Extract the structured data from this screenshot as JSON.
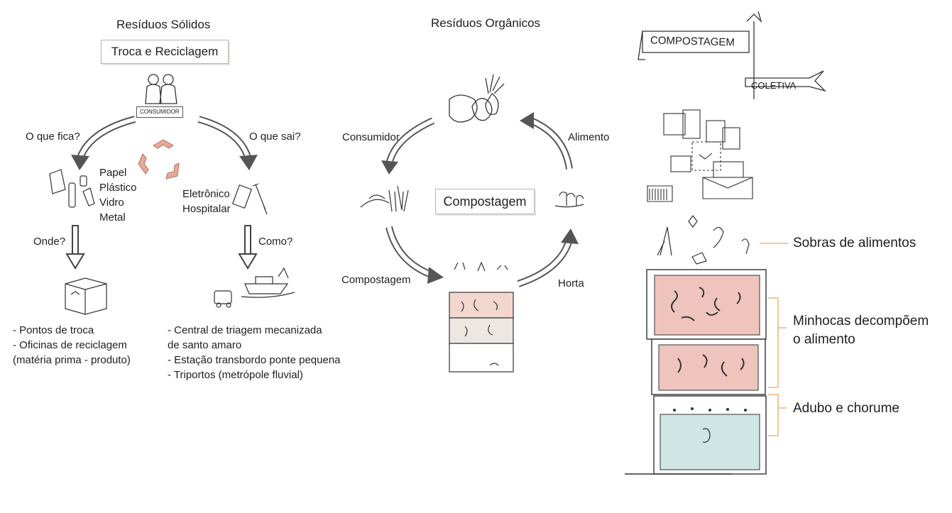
{
  "solid": {
    "heading": "Resíduos Sólidos",
    "box_title": "Troca e Reciclagem",
    "consumer_sign": "CONSUMIDOR",
    "left_question": "O que fica?",
    "right_question": "O que sai?",
    "recyclables": [
      "Papel",
      "Plástico",
      "Vidro",
      "Metal"
    ],
    "hazardous": [
      "Eletrônico",
      "Hospitalar"
    ],
    "where_question": "Onde?",
    "how_question": "Como?",
    "where_answers": [
      "- Pontos de troca",
      "- Oficinas de reciclagem",
      "(matéria prima - produto)"
    ],
    "how_answers": [
      "- Central de triagem mecanizada",
      "de santo amaro",
      "- Estação transbordo ponte pequena",
      "- Triportos (metrópole fluvial)"
    ]
  },
  "organic": {
    "heading": "Resíduos Orgânicos",
    "center": "Compostagem",
    "consumer": "Consumidor",
    "food": "Alimento",
    "compost": "Compostagem",
    "garden": "Horta"
  },
  "collective": {
    "sign_top": "COMPOSTAGEM",
    "sign_bottom": "COLETIVA",
    "leftovers": "Sobras de alimentos",
    "worms_line1": "Minhocas decompõem",
    "worms_line2": "o alimento",
    "fertilizer": "Adubo e chorume"
  },
  "colors": {
    "accent_salmon": "#e8a898",
    "bracket_orange": "#f2c79a",
    "liquid_teal": "#cfe6e4"
  }
}
